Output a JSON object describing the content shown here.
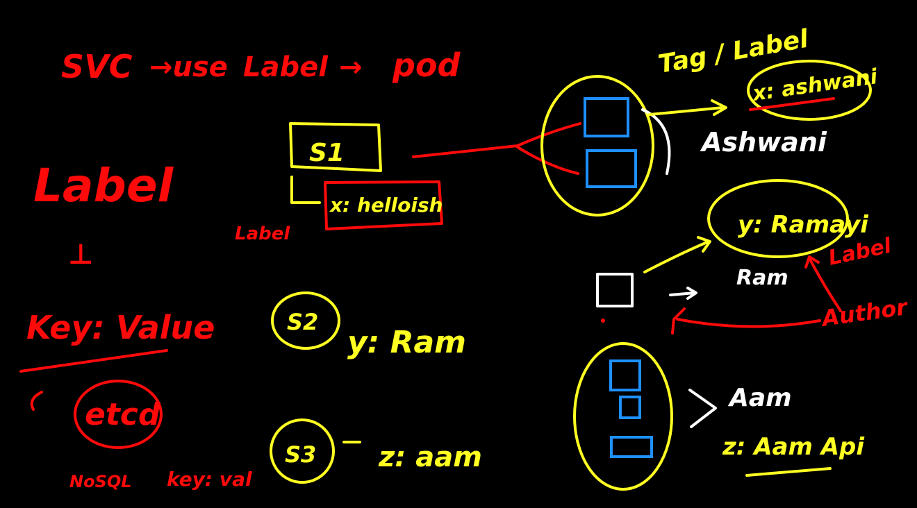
{
  "heading": {
    "svc": "SVC",
    "arrow_use": "→use",
    "label": "Label",
    "arrow_pod": "→",
    "pod": "pod"
  },
  "left": {
    "label_word": "Label",
    "down_arrow": "⊥",
    "key_value": "Key: Value",
    "etcd": "etcd",
    "nosql": "NoSQL",
    "key_val": "key: val"
  },
  "services": {
    "s1": "S1",
    "s1_label_tag": "Label",
    "s1_label": "x: helloish",
    "s2": "S2",
    "s2_label": "y: Ram",
    "s3": "S3",
    "s3_label": "z: aam"
  },
  "right": {
    "tag_label": "Tag / Label",
    "pod1_label": "x: ashwani",
    "pod1_name": "Ashwani",
    "pod2_label": "y: Ramayi",
    "pod2_name": "Ram",
    "label_note": "Label",
    "author": "Author",
    "pod3_name": "Aam",
    "pod3_label": "z: Aam Api"
  },
  "colors": {
    "background": "#000000",
    "red": "#ff0a0a",
    "yellow": "#ffff22",
    "white": "#ffffff",
    "blue": "#1e90ff"
  }
}
